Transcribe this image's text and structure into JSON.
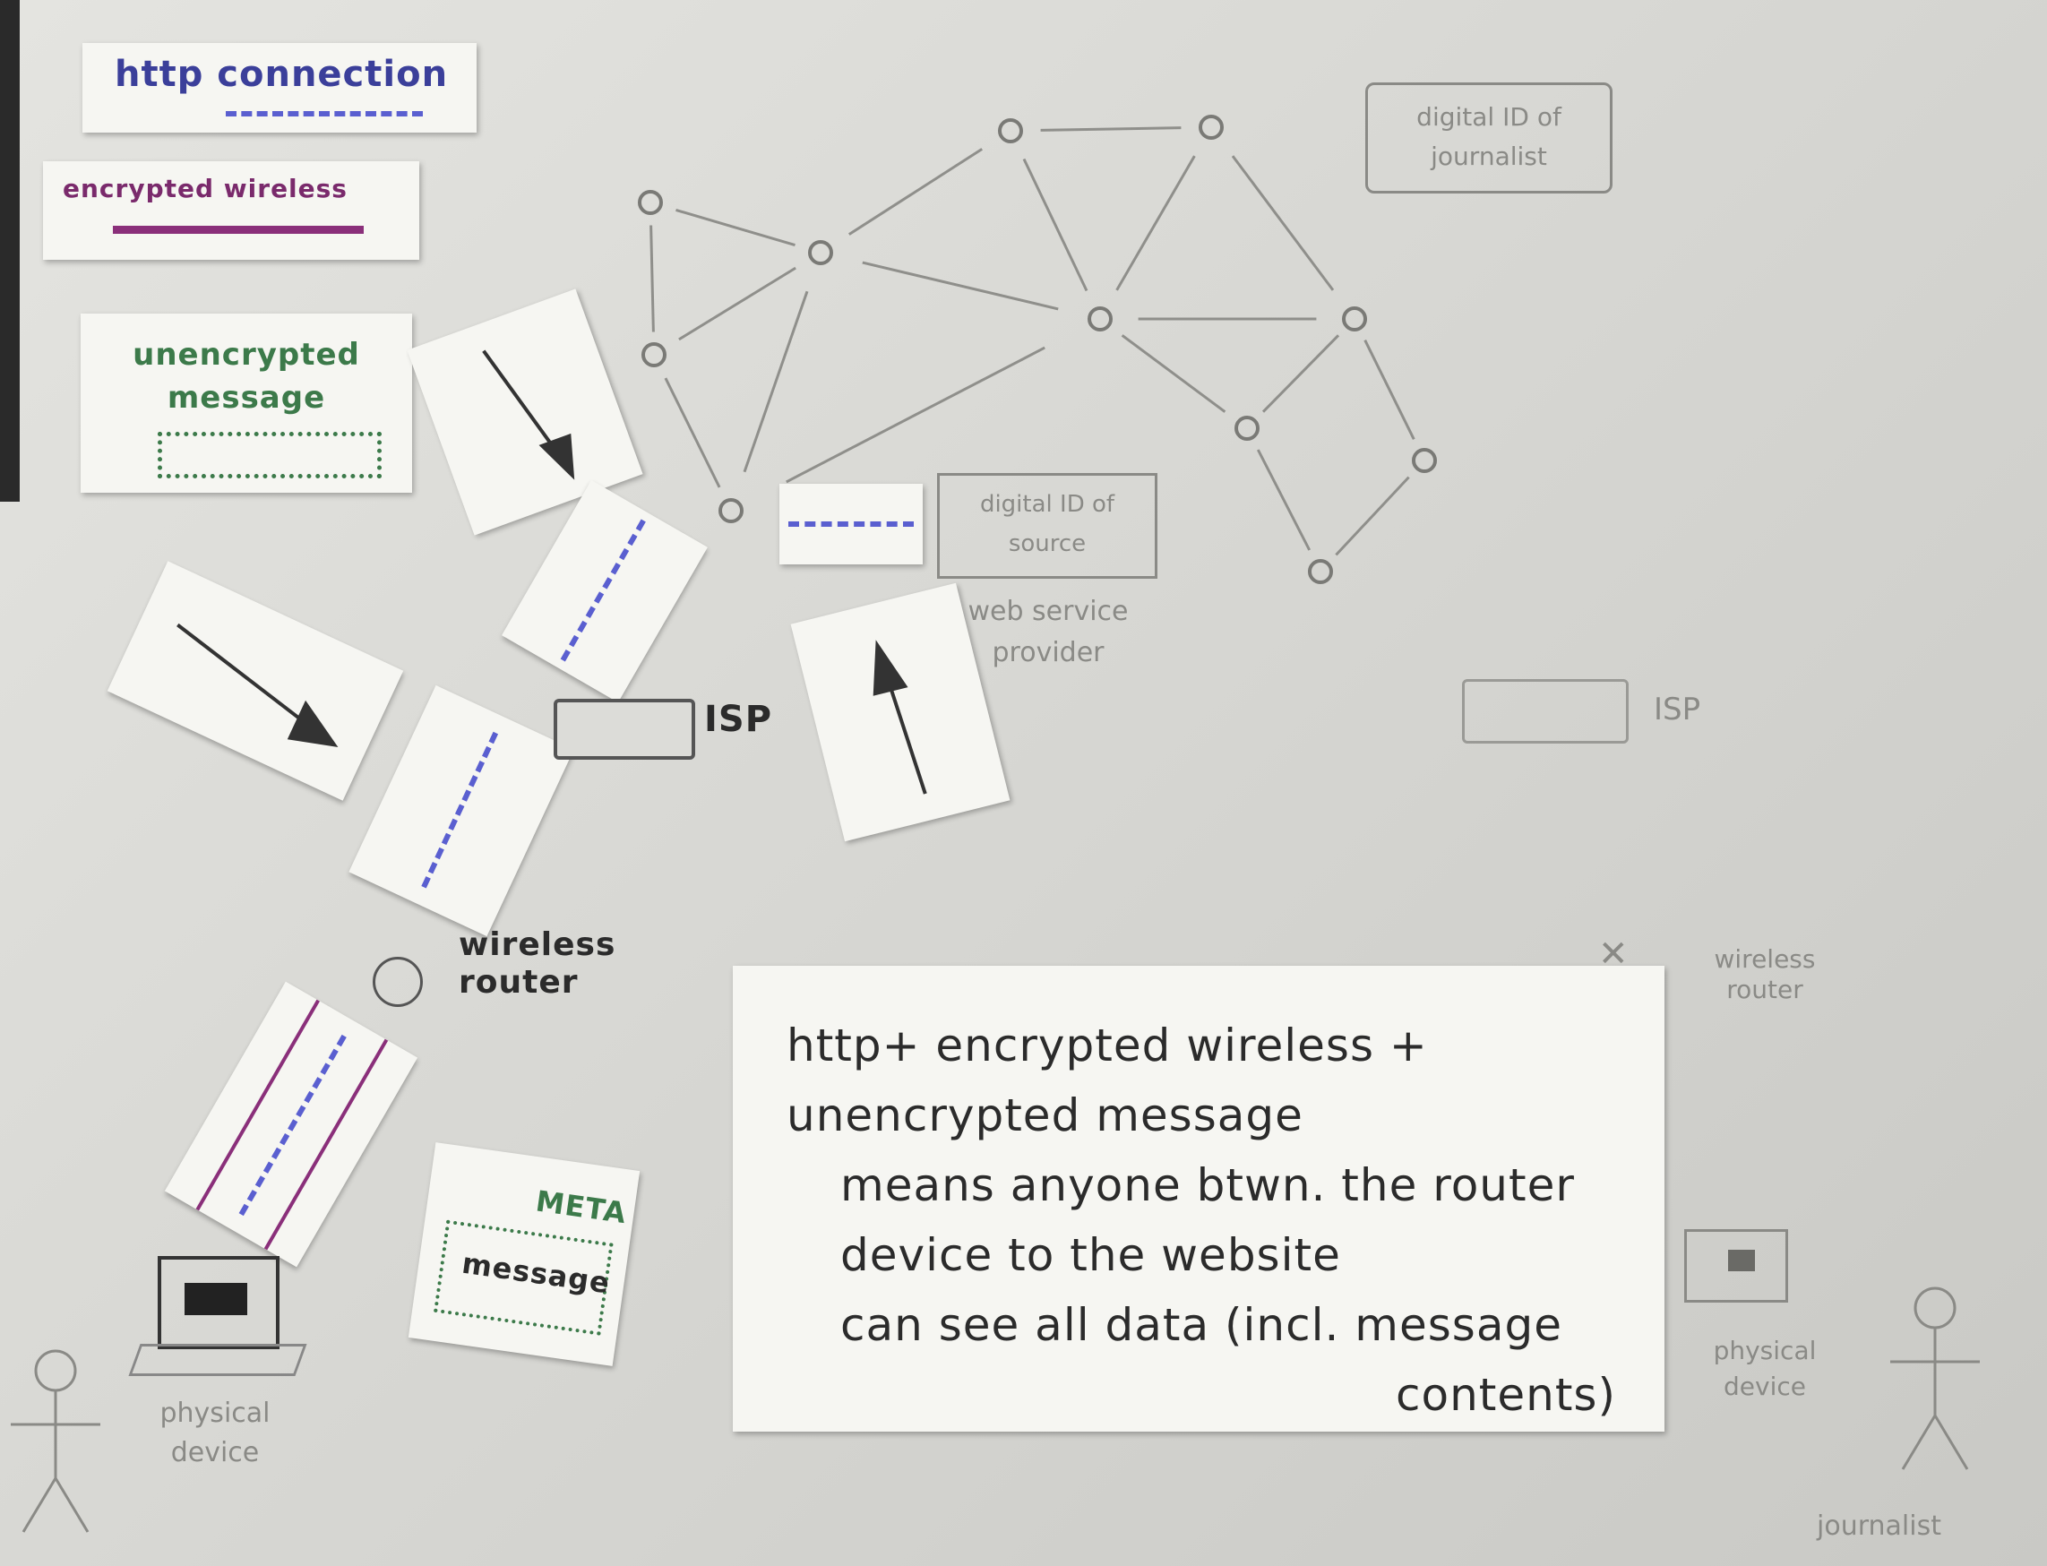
{
  "legend": {
    "http_connection": "http connection",
    "encrypted_wireless": "encrypted wireless",
    "unencrypted_message": "unencrypted message"
  },
  "network": {
    "digital_id_journalist": "digital ID of journalist",
    "digital_id_source": "digital ID of source",
    "web_service_provider": "web service provider",
    "isp_left": "ISP",
    "isp_right": "ISP"
  },
  "devices": {
    "wireless_router_left": "wireless router",
    "wireless_router_right": "wireless router",
    "physical_device_left": "physical device",
    "physical_device_right": "physical device",
    "journalist": "journalist"
  },
  "meta_card": {
    "meta": "META",
    "message": "message"
  },
  "note": {
    "lines": [
      "http+ encrypted wireless +",
      "unencrypted message",
      "means anyone btwn. the router",
      "device to the website",
      "can see all data (incl. message",
      "contents)"
    ],
    "struck": [
      "un",
      "device"
    ]
  },
  "colors": {
    "http_dash": "#5a5fd0",
    "wireless_line": "#8a2f7a",
    "message_green": "#3c7a4a",
    "pencil": "#8a8a86",
    "ink": "#2b2b2b"
  }
}
